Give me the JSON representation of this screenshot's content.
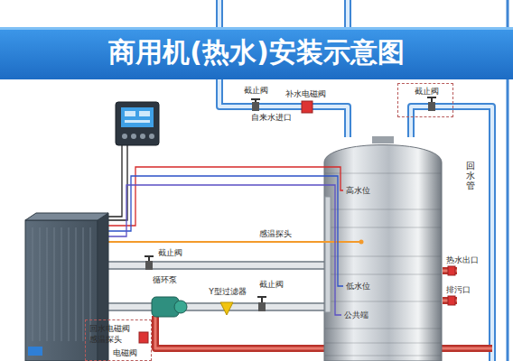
{
  "diagram": {
    "title": "商用机(热水)安装示意图",
    "nodes": [
      {
        "text": [
          "截止阀"
        ]
      },
      {
        "text": [
          "高水位",
          "低水位",
          "公共端"
        ]
      },
      {
        "text": [
          "回水电磁阀",
          "感温探头",
          "电磁阀"
        ]
      }
    ],
    "labels": [
      "截止阀",
      "补水电磁阀",
      "自来水进口",
      "回水管",
      "感温探头",
      "截止阀",
      "循环泵",
      "Y型过滤器",
      "截止阀",
      "热水出口",
      "排污口"
    ]
  }
}
